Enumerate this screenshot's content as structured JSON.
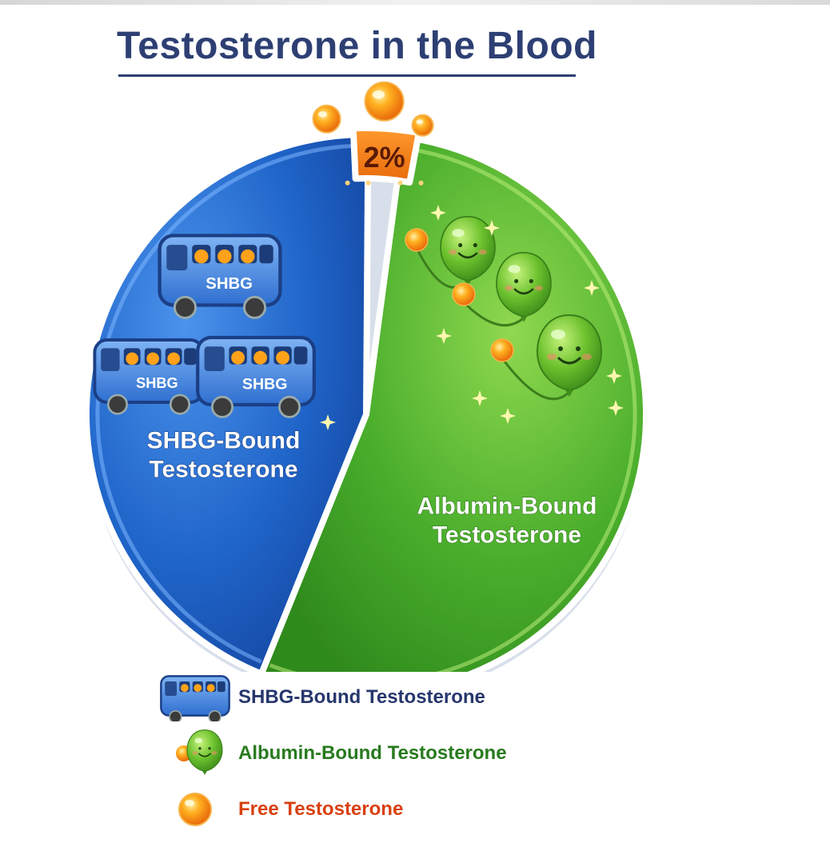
{
  "title": "Testosterone in the Blood",
  "colors": {
    "shbg": "#1f64c8",
    "albumin": "#4aae2c",
    "free": "#f07a12",
    "title": "#2d3f73",
    "shbg_text": "#27376d",
    "albumin_text": "#287a1e",
    "free_text": "#d9400f"
  },
  "chart_data": {
    "type": "pie",
    "title": "Testosterone in the Blood",
    "slices": [
      {
        "label": "Albumin-Bound\nTestosterone",
        "value": 54,
        "data_label": "",
        "color": "#4aae2c",
        "icon": "balloon-character-icon"
      },
      {
        "label": "SHBG-Bound\nTestosterone",
        "value": 44,
        "data_label": "",
        "color": "#1f64c8",
        "icon": "bus-icon"
      },
      {
        "label": "Free Testosterone",
        "value": 2,
        "data_label": "2%",
        "color": "#f07a12",
        "icon": "orange-sphere-icon"
      }
    ],
    "legend": {
      "position": "bottom",
      "entries": [
        {
          "label": "SHBG-Bound Testosterone",
          "icon": "bus-icon"
        },
        {
          "label": "Albumin-Bound Testosterone",
          "icon": "balloon-character-icon"
        },
        {
          "label": "Free Testosterone",
          "icon": "orange-sphere-icon"
        }
      ]
    }
  },
  "bus_icon_text": "SHBG"
}
